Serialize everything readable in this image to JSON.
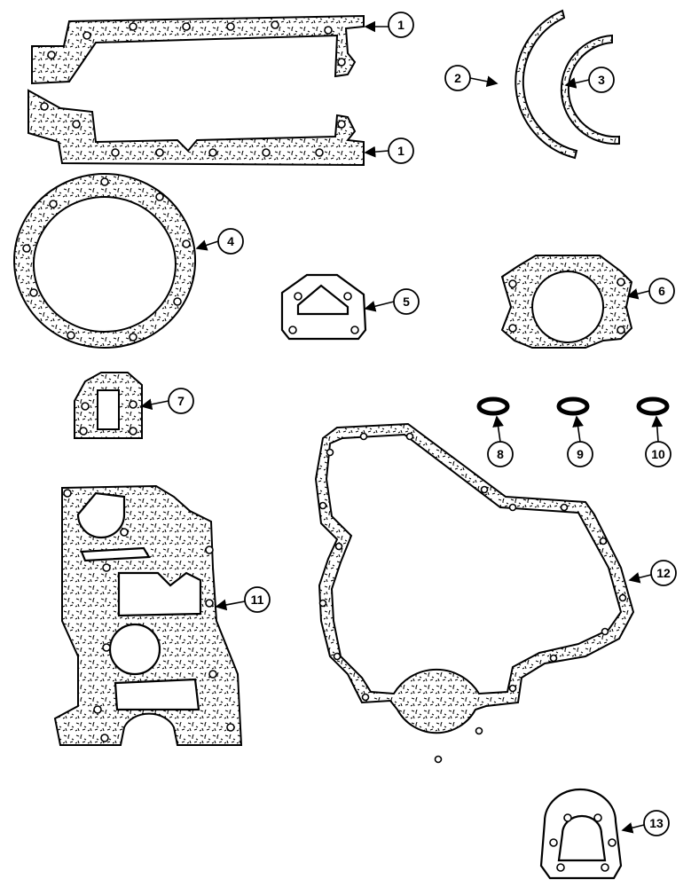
{
  "callouts": [
    "1",
    "1",
    "2",
    "3",
    "4",
    "5",
    "6",
    "7",
    "8",
    "9",
    "10",
    "11",
    "12",
    "13"
  ]
}
